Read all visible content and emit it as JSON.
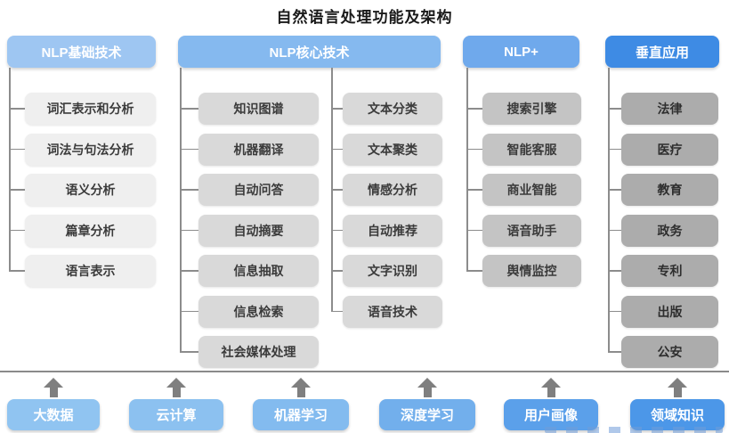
{
  "title": "自然语言处理功能及架构",
  "columns": [
    {
      "header": "NLP基础技术",
      "items": [
        "词汇表示和分析",
        "词法与句法分析",
        "语义分析",
        "篇章分析",
        "语言表示"
      ]
    },
    {
      "header": "NLP核心技术",
      "items_left": [
        "知识图谱",
        "机器翻译",
        "自动问答",
        "自动摘要",
        "信息抽取",
        "信息检索",
        "社会媒体处理"
      ],
      "items_right": [
        "文本分类",
        "文本聚类",
        "情感分析",
        "自动推荐",
        "文字识别",
        "语音技术"
      ]
    },
    {
      "header": "NLP+",
      "items": [
        "搜索引擎",
        "智能客服",
        "商业智能",
        "语音助手",
        "舆情监控"
      ]
    },
    {
      "header": "垂直应用",
      "items": [
        "法律",
        "医疗",
        "教育",
        "政务",
        "专利",
        "出版",
        "公安"
      ]
    }
  ],
  "foundation": {
    "items": [
      "大数据",
      "云计算",
      "机器学习",
      "深度学习",
      "用户画像",
      "领域知识"
    ]
  },
  "colors": {
    "header_basic": "#9EC6F2",
    "header_core": "#85B9EF",
    "header_nlp_plus": "#6FA9EC",
    "header_vertical": "#3E8BE4",
    "box_level1": "#EFEFEF",
    "box_level2": "#D9D9D9",
    "box_level3": "#C4C4C4",
    "box_level4": "#ACACAC",
    "foundation_colors": [
      "#90C4F1",
      "#8CC1F0",
      "#83BBEF",
      "#72AFEC",
      "#5BA0EA",
      "#4C97E8"
    ],
    "connector": "#8C8C8C",
    "arrow": "#7F7F7F",
    "separator": "#8A8A8A",
    "title_text": "#1A1A1A",
    "node_text": "#3B3B3B"
  }
}
